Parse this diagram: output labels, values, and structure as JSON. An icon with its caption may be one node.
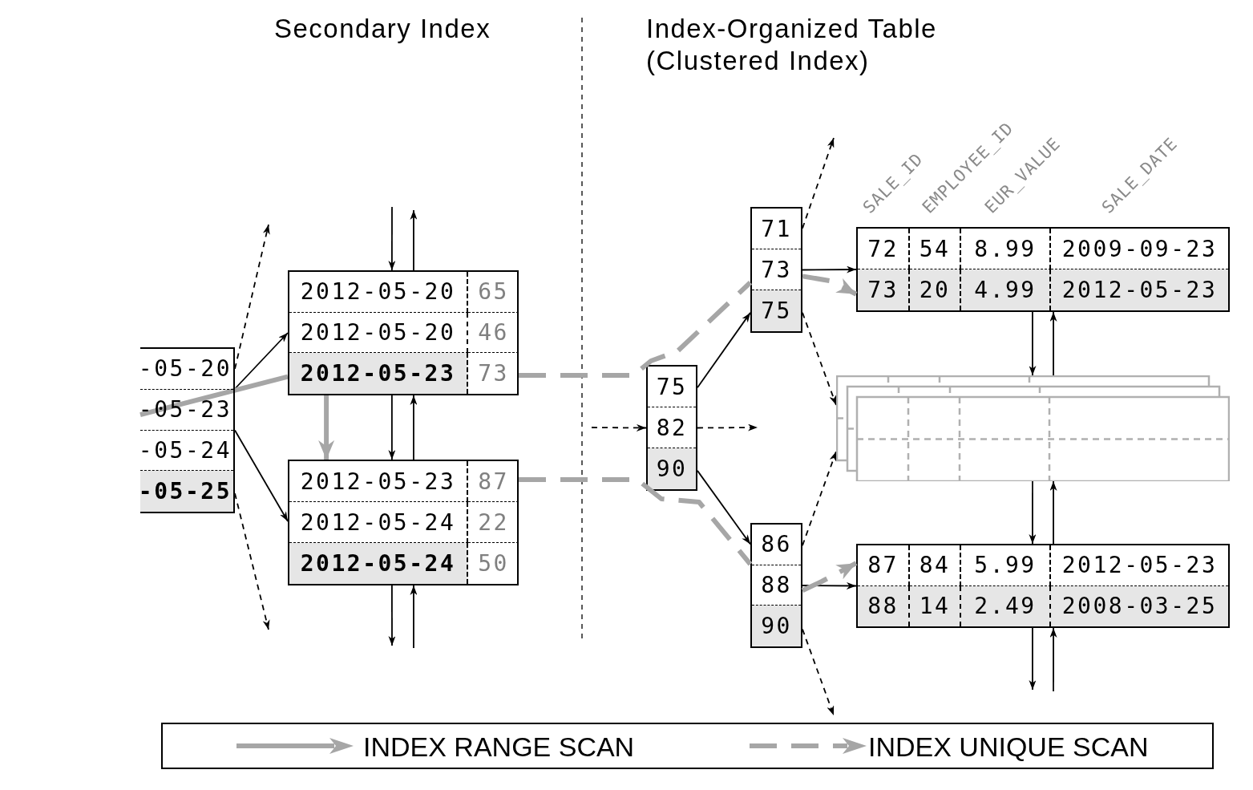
{
  "diagram": {
    "nodes": [
      {
        "text": [
          "-05-20",
          "-05-23",
          "-05-24",
          "-05-25"
        ]
      },
      {
        "text": [
          "2012-05-20",
          "65",
          "2012-05-20",
          "46",
          "2012-05-23",
          "73"
        ]
      },
      {
        "text": [
          "2012-05-23",
          "87",
          "2012-05-24",
          "22",
          "2012-05-24",
          "50"
        ]
      },
      {
        "text": [
          "75",
          "82",
          "90"
        ]
      },
      {
        "text": [
          "71",
          "73",
          "75"
        ]
      },
      {
        "text": [
          "86",
          "88",
          "90"
        ]
      },
      {
        "text": [
          "72",
          "54",
          "8.99",
          "2009-09-23",
          "73",
          "20",
          "4.99",
          "2012-05-23"
        ]
      },
      {
        "text": [],
        "shape": "box"
      },
      {
        "text": [
          "87",
          "84",
          "5.99",
          "2012-05-23",
          "88",
          "14",
          "2.49",
          "2008-03-25"
        ]
      }
    ],
    "edges": [
      {
        "from": 0,
        "to": 1,
        "arrow": "to"
      },
      {
        "from": 0,
        "to": 2,
        "arrow": "to"
      },
      {
        "from": 0,
        "to": null,
        "arrow": "to",
        "style": "dashed"
      },
      {
        "from": 0,
        "to": null,
        "arrow": "to",
        "style": "dashed"
      },
      {
        "from": null,
        "to": 1,
        "arrow": "to"
      },
      {
        "from": 1,
        "to": null,
        "arrow": "to"
      },
      {
        "from": 1,
        "to": 2,
        "arrow": "to"
      },
      {
        "from": 2,
        "to": 1,
        "arrow": "to"
      },
      {
        "from": 2,
        "to": null,
        "arrow": "to"
      },
      {
        "from": null,
        "to": 2,
        "arrow": "to"
      },
      {
        "from": null,
        "to": 3,
        "arrow": "to",
        "style": "dashed"
      },
      {
        "from": 3,
        "to": null,
        "arrow": "to",
        "style": "dashed"
      },
      {
        "from": 3,
        "to": 4,
        "arrow": "to"
      },
      {
        "from": 3,
        "to": 5,
        "arrow": "to"
      },
      {
        "from": 4,
        "to": null,
        "arrow": "to",
        "style": "dashed"
      },
      {
        "from": 4,
        "to": 6,
        "arrow": "to"
      },
      {
        "from": 4,
        "to": 7,
        "arrow": "to",
        "style": "dashed"
      },
      {
        "from": 5,
        "to": 7,
        "arrow": "to",
        "style": "dashed"
      },
      {
        "from": 5,
        "to": 8,
        "arrow": "to"
      },
      {
        "from": 5,
        "to": null,
        "arrow": "to",
        "style": "dashed"
      },
      {
        "from": 6,
        "to": 7,
        "arrow": "to"
      },
      {
        "from": 7,
        "to": 6,
        "arrow": "to"
      },
      {
        "from": 7,
        "to": 8,
        "arrow": "to"
      },
      {
        "from": 8,
        "to": 7,
        "arrow": "to"
      },
      {
        "from": 8,
        "to": null,
        "arrow": "to"
      },
      {
        "from": null,
        "to": 8,
        "arrow": "to"
      },
      {
        "from": 0,
        "to": 1,
        "arrow": "none",
        "style": "thick",
        "color": "#a6a6a6"
      },
      {
        "from": 1,
        "to": 2,
        "arrow": "to",
        "style": "thick",
        "color": "#a6a6a6"
      },
      {
        "from": 1,
        "to": 4,
        "arrow": "none",
        "style": "dashed",
        "color": "#a6a6a6"
      },
      {
        "from": 4,
        "to": 6,
        "arrow": "to",
        "style": "dashed",
        "color": "#a6a6a6"
      },
      {
        "from": 2,
        "to": 5,
        "arrow": "none",
        "style": "dashed",
        "color": "#a6a6a6"
      },
      {
        "from": 5,
        "to": 8,
        "arrow": "to",
        "style": "dashed",
        "color": "#a6a6a6"
      }
    ],
    "labels": [
      "Secondary Index",
      "Index-Organized Table (Clustered Index)",
      "SALE_ID",
      "EMPLOYEE_ID",
      "EUR_VALUE",
      "SALE_DATE"
    ],
    "legend": [
      {
        "text": "INDEX RANGE SCAN"
      },
      {
        "text": "INDEX UNIQUE SCAN"
      }
    ]
  }
}
